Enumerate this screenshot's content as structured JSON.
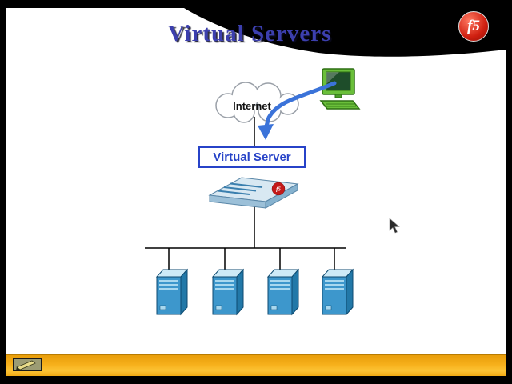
{
  "slide": {
    "title": "Virtual Servers",
    "logo": {
      "text": "f5"
    },
    "diagram": {
      "internet_label": "Internet",
      "virtual_server_label": "Virtual Server",
      "appliance_logo": "f5",
      "server_count": 4
    }
  },
  "colors": {
    "title-blue": "#3c3fae",
    "f5-red": "#cf1f10",
    "box-blue": "#2743c8",
    "arrow-blue": "#3b73d9",
    "bar-yellow": "#f6b01b",
    "server-blue": "#3d97cc"
  }
}
